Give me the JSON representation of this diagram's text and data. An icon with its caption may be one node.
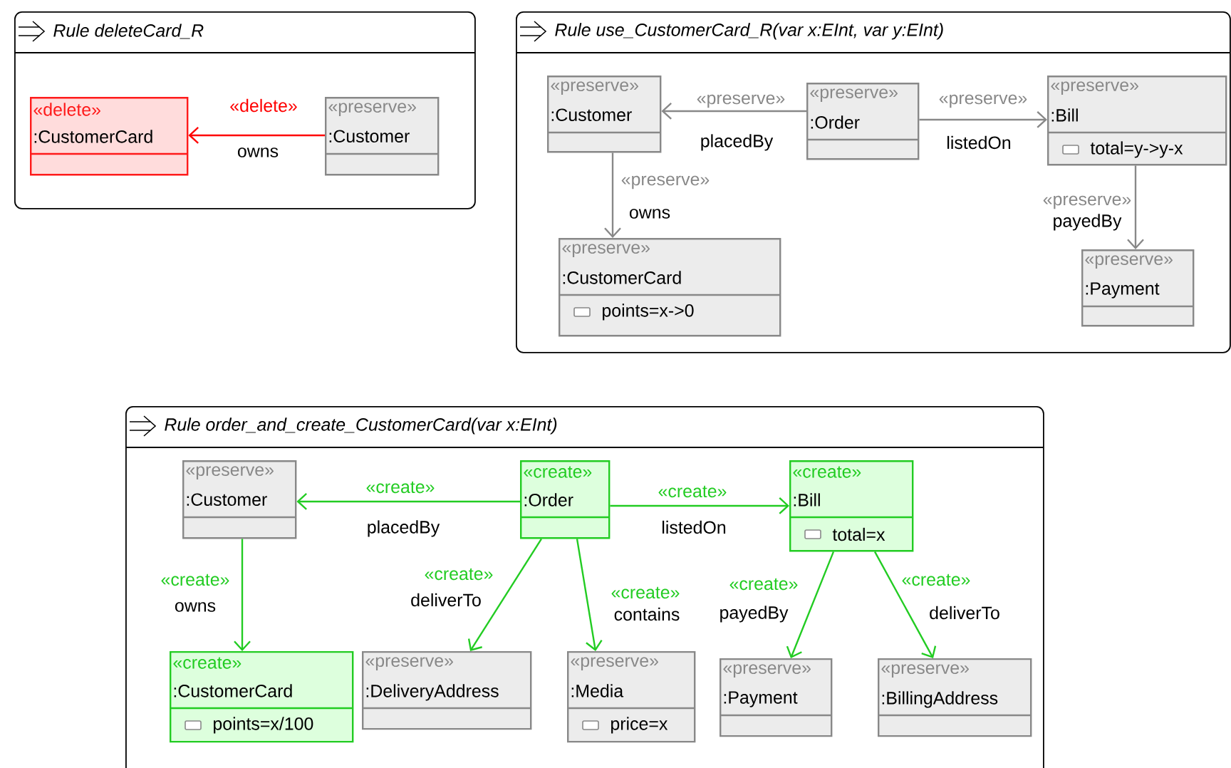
{
  "diagram": {
    "nodes": [
      {
        "text": [
          "Rule deleteCard_R"
        ]
      },
      {
        "text": [
          "«delete»",
          ":CustomerCard"
        ],
        "in": 0
      },
      {
        "text": [
          "«preserve»",
          ":Customer"
        ],
        "in": 0
      },
      {
        "text": [
          "Rule use_CustomerCard_R(var x:EInt, var y:EInt)"
        ]
      },
      {
        "text": [
          "«preserve»",
          ":Customer"
        ],
        "in": 3
      },
      {
        "text": [
          "«preserve»",
          ":Order"
        ],
        "in": 3
      },
      {
        "text": [
          "«preserve»",
          ":Bill",
          "total=y->y-x"
        ],
        "in": 3
      },
      {
        "text": [
          "«preserve»",
          ":CustomerCard",
          "points=x->0"
        ],
        "in": 3
      },
      {
        "text": [
          "«preserve»",
          ":Payment"
        ],
        "in": 3
      },
      {
        "text": [
          "Rule order_and_create_CustomerCard(var x:EInt)"
        ]
      },
      {
        "text": [
          "«preserve»",
          ":Customer"
        ],
        "in": 9
      },
      {
        "text": [
          "«create»",
          ":Order"
        ],
        "in": 9
      },
      {
        "text": [
          "«create»",
          ":Bill",
          "total=x"
        ],
        "in": 9
      },
      {
        "text": [
          "«create»",
          ":CustomerCard",
          "points=x/100"
        ],
        "in": 9
      },
      {
        "text": [
          "«preserve»",
          ":DeliveryAddress"
        ],
        "in": 9
      },
      {
        "text": [
          "«preserve»",
          ":Media",
          "price=x"
        ],
        "in": 9
      },
      {
        "text": [
          "«preserve»",
          ":Payment"
        ],
        "in": 9
      },
      {
        "text": [
          "«preserve»",
          ":BillingAddress"
        ],
        "in": 9
      }
    ],
    "edges": [
      {
        "from": 2,
        "to": 1,
        "arrow": "to",
        "label": [
          "«delete»",
          "owns"
        ],
        "color": "#ff0000"
      },
      {
        "from": 5,
        "to": 4,
        "arrow": "to",
        "label": [
          "«preserve»",
          "placedBy"
        ],
        "color": "#888888"
      },
      {
        "from": 5,
        "to": 6,
        "arrow": "to",
        "label": [
          "«preserve»",
          "listedOn"
        ],
        "color": "#888888"
      },
      {
        "from": 4,
        "to": 7,
        "arrow": "to",
        "label": [
          "«preserve»",
          "owns"
        ],
        "color": "#888888"
      },
      {
        "from": 6,
        "to": 8,
        "arrow": "to",
        "label": [
          "«preserve»",
          "payedBy"
        ],
        "color": "#888888"
      },
      {
        "from": 11,
        "to": 10,
        "arrow": "to",
        "label": [
          "«create»",
          "placedBy"
        ]
      },
      {
        "from": 11,
        "to": 12,
        "arrow": "to",
        "label": [
          "«create»",
          "listedOn"
        ]
      },
      {
        "from": 10,
        "to": 13,
        "arrow": "to",
        "label": [
          "«create»",
          "owns"
        ]
      },
      {
        "from": 11,
        "to": 14,
        "arrow": "to",
        "label": [
          "«create»",
          "deliverTo"
        ]
      },
      {
        "from": 11,
        "to": 15,
        "arrow": "to",
        "label": [
          "«create»",
          "contains"
        ]
      },
      {
        "from": 12,
        "to": 16,
        "arrow": "to",
        "label": [
          "«create»",
          "payedBy"
        ]
      },
      {
        "from": 12,
        "to": 17,
        "arrow": "to",
        "label": [
          "«create»",
          "deliverTo"
        ]
      }
    ]
  }
}
